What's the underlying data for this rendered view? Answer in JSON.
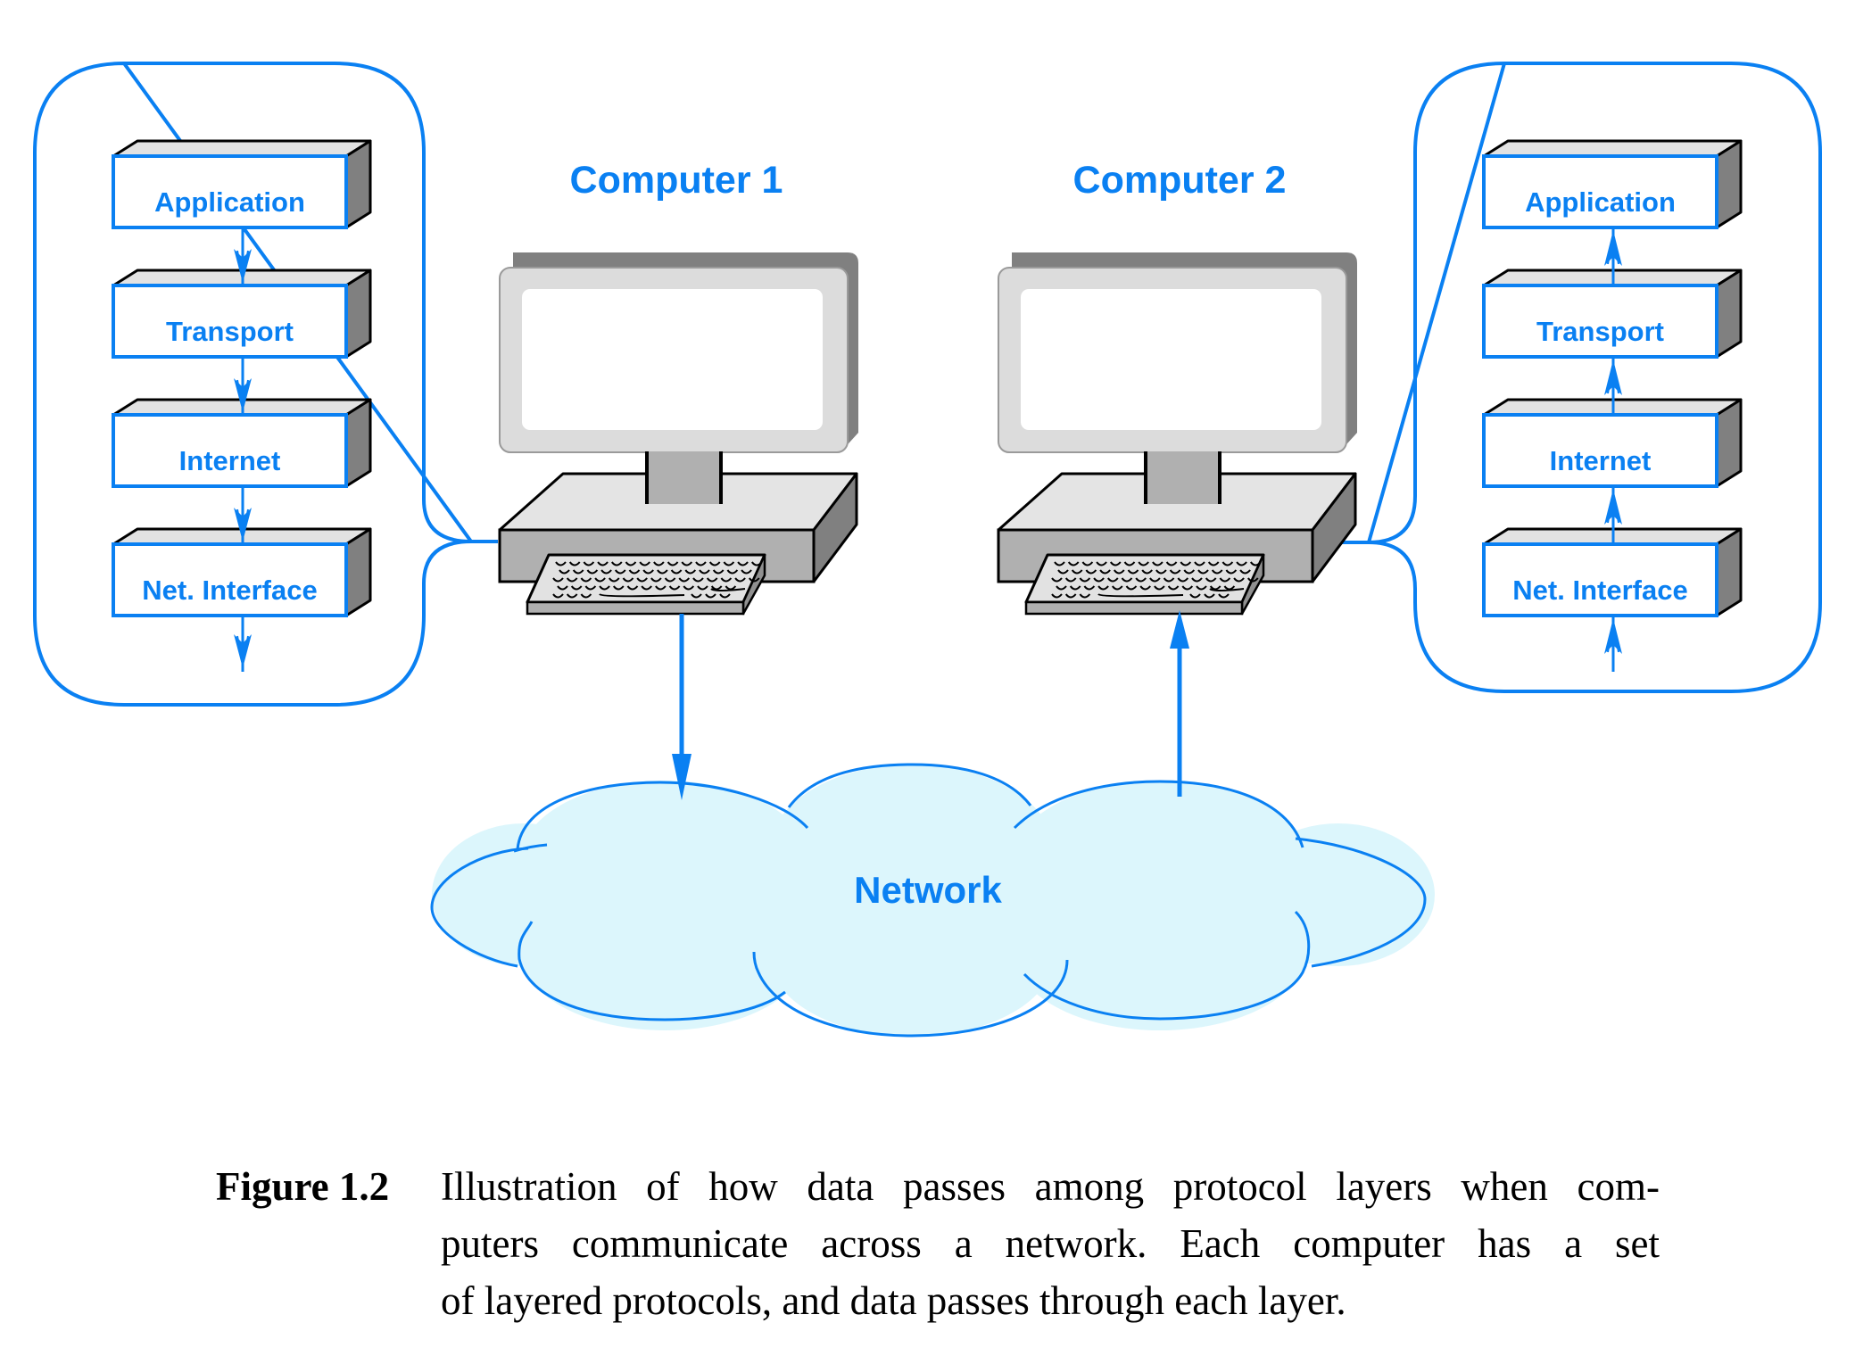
{
  "diagram": {
    "computers": [
      {
        "label": "Computer 1",
        "stack_direction": "down",
        "data_flow_to_network": "outgoing"
      },
      {
        "label": "Computer 2",
        "stack_direction": "up",
        "data_flow_to_network": "incoming"
      }
    ],
    "layers": [
      "Application",
      "Transport",
      "Internet",
      "Net. Interface"
    ],
    "network_label": "Network"
  },
  "caption": {
    "label": "Figure 1.2",
    "lines": [
      "Illustration of how data passes among protocol layers when com-",
      "puters communicate across a network.  Each computer has a set",
      "of layered protocols, and data passes through each layer."
    ]
  },
  "colors": {
    "accent_blue": "#0a80f2",
    "cloud_fill": "#dcf6fc",
    "device_light": "#dedede",
    "device_mid": "#b0b0b0",
    "device_dark": "#808080"
  }
}
